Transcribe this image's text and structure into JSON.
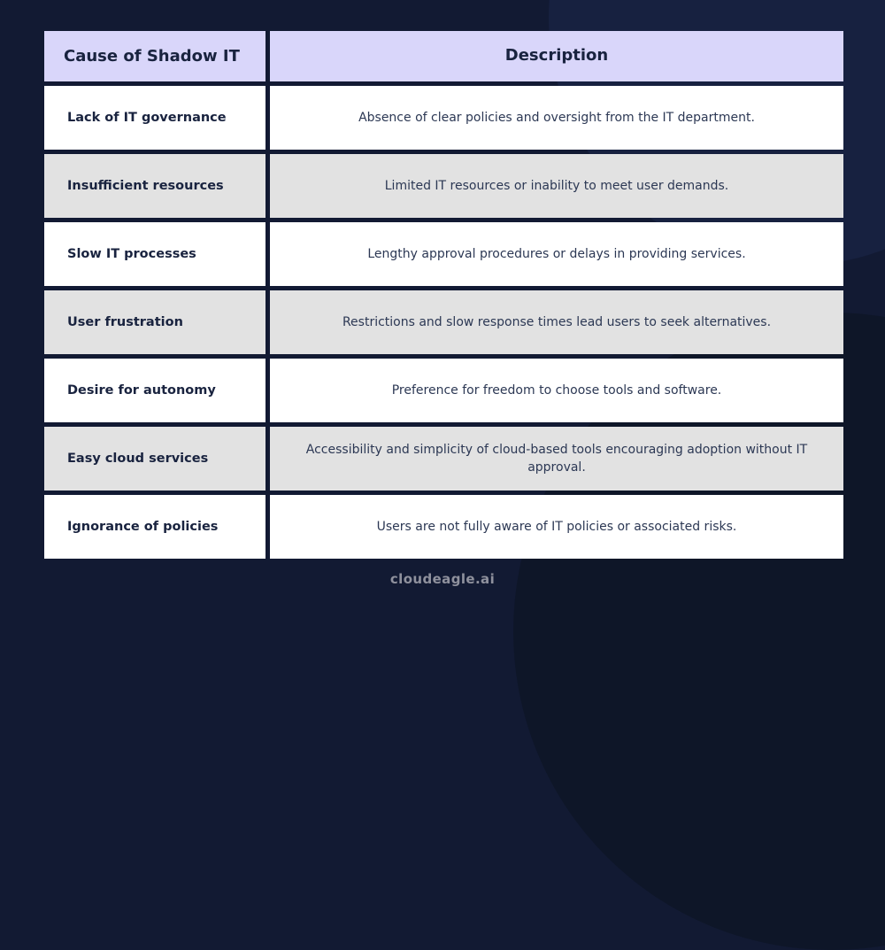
{
  "table": {
    "headers": {
      "cause": "Cause of Shadow IT",
      "description": "Description"
    },
    "rows": [
      {
        "cause": "Lack of IT governance",
        "description": "Absence of clear policies and oversight from the IT department."
      },
      {
        "cause": "Insufficient resources",
        "description": "Limited IT resources or inability to meet user demands."
      },
      {
        "cause": "Slow IT processes",
        "description": "Lengthy approval procedures or delays in providing services."
      },
      {
        "cause": "User frustration",
        "description": "Restrictions and slow response times lead users to seek alternatives."
      },
      {
        "cause": "Desire for autonomy",
        "description": "Preference for freedom to choose tools and software."
      },
      {
        "cause": "Easy cloud services",
        "description": "Accessibility and simplicity of cloud-based tools encouraging adoption without IT approval."
      },
      {
        "cause": "Ignorance of policies",
        "description": "Users are not fully aware of IT policies or associated risks."
      }
    ]
  },
  "footer": {
    "brand": "cloudeagle.ai"
  },
  "colors": {
    "background": "#121a33",
    "header_fill": "#d9d6fa",
    "row_alt_fill": "#e2e2e2",
    "row_fill": "#ffffff",
    "text_navy": "#19233f",
    "brand_gray": "#8f919d"
  },
  "chart_data": {
    "type": "table",
    "title": "",
    "columns": [
      "Cause of Shadow IT",
      "Description"
    ],
    "rows": [
      [
        "Lack of IT governance",
        "Absence of clear policies and oversight from the IT department."
      ],
      [
        "Insufficient resources",
        "Limited IT resources or inability to meet user demands."
      ],
      [
        "Slow IT processes",
        "Lengthy approval procedures or delays in providing services."
      ],
      [
        "User frustration",
        "Restrictions and slow response times lead users to seek alternatives."
      ],
      [
        "Desire for autonomy",
        "Preference for freedom to choose tools and software."
      ],
      [
        "Easy cloud services",
        "Accessibility and simplicity of cloud-based tools encouraging adoption without IT approval."
      ],
      [
        "Ignorance of policies",
        "Users are not fully aware of IT policies or associated risks."
      ]
    ],
    "layout_hints": {
      "header_fill": "#d9d6fa",
      "zebra_striping": true,
      "cause_column_align": "left",
      "description_column_align": "center",
      "grid_color": "#121a33"
    }
  }
}
